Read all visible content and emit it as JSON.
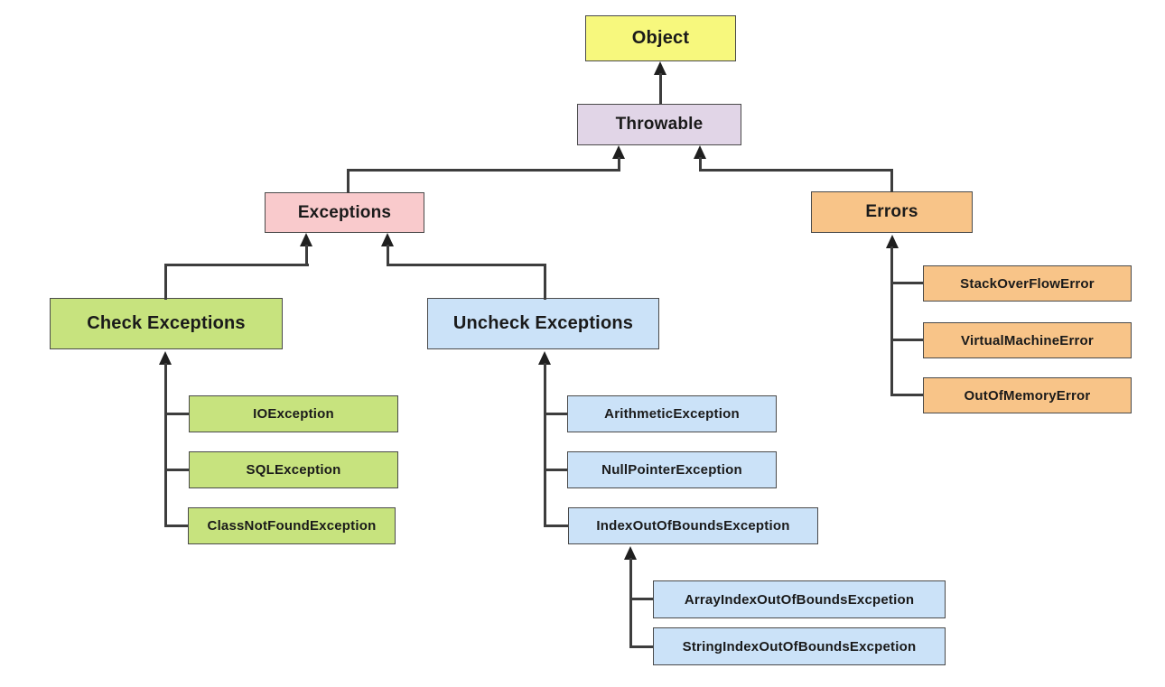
{
  "nodes": {
    "object": {
      "label": "Object",
      "color": "#f7f87d"
    },
    "throwable": {
      "label": "Throwable",
      "color": "#e1d5e7"
    },
    "exceptions": {
      "label": "Exceptions",
      "color": "#f9cacc"
    },
    "errors": {
      "label": "Errors",
      "color": "#f8c488"
    },
    "check_exceptions": {
      "label": "Check Exceptions",
      "color": "#c7e37e"
    },
    "uncheck_exceptions": {
      "label": "Uncheck Exceptions",
      "color": "#cbe2f8"
    },
    "io_exception": {
      "label": "IOException",
      "color": "#c7e37e"
    },
    "sql_exception": {
      "label": "SQLException",
      "color": "#c7e37e"
    },
    "class_not_found_exception": {
      "label": "ClassNotFoundException",
      "color": "#c7e37e"
    },
    "arithmetic_exception": {
      "label": "ArithmeticException",
      "color": "#cbe2f8"
    },
    "null_pointer_exception": {
      "label": "NullPointerException",
      "color": "#cbe2f8"
    },
    "index_out_of_bounds_exception": {
      "label": "IndexOutOfBoundsException",
      "color": "#cbe2f8"
    },
    "array_index_out_of_bounds": {
      "label": "ArrayIndexOutOfBoundsExcpetion",
      "color": "#cbe2f8"
    },
    "string_index_out_of_bounds": {
      "label": "StringIndexOutOfBoundsExcpetion",
      "color": "#cbe2f8"
    },
    "stack_overflow_error": {
      "label": "StackOverFlowError",
      "color": "#f8c488"
    },
    "virtual_machine_error": {
      "label": "VirtualMachineError",
      "color": "#f8c488"
    },
    "out_of_memory_error": {
      "label": "OutOfMemoryError",
      "color": "#f8c488"
    }
  },
  "edges": [
    {
      "from": "Throwable",
      "to": "Object"
    },
    {
      "from": "Exceptions",
      "to": "Throwable"
    },
    {
      "from": "Errors",
      "to": "Throwable"
    },
    {
      "from": "Check Exceptions",
      "to": "Exceptions"
    },
    {
      "from": "Uncheck Exceptions",
      "to": "Exceptions"
    },
    {
      "from": "IOException",
      "to": "Check Exceptions"
    },
    {
      "from": "SQLException",
      "to": "Check Exceptions"
    },
    {
      "from": "ClassNotFoundException",
      "to": "Check Exceptions"
    },
    {
      "from": "ArithmeticException",
      "to": "Uncheck Exceptions"
    },
    {
      "from": "NullPointerException",
      "to": "Uncheck Exceptions"
    },
    {
      "from": "IndexOutOfBoundsException",
      "to": "Uncheck Exceptions"
    },
    {
      "from": "ArrayIndexOutOfBoundsExcpetion",
      "to": "IndexOutOfBoundsException"
    },
    {
      "from": "StringIndexOutOfBoundsExcpetion",
      "to": "IndexOutOfBoundsException"
    },
    {
      "from": "StackOverFlowError",
      "to": "Errors"
    },
    {
      "from": "VirtualMachineError",
      "to": "Errors"
    },
    {
      "from": "OutOfMemoryError",
      "to": "Errors"
    }
  ],
  "colors": {
    "background": "#ffffff",
    "line": "#3d3d3d",
    "arrowhead": "#1f1f1f",
    "box_border": "#4a4a4a",
    "text": "#1a1a1a"
  }
}
